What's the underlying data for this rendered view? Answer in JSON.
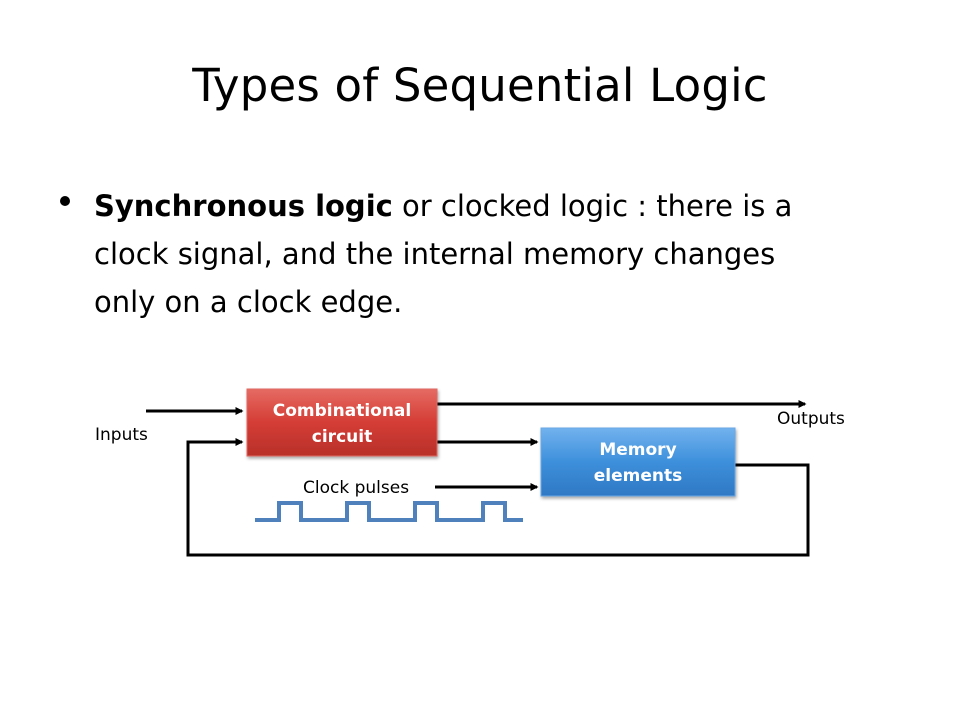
{
  "slide": {
    "title": "Types of Sequential Logic",
    "bullet": {
      "bold": "Synchronous logic",
      "line1_rest": " or clocked logic : there is a",
      "line2": "clock signal, and the internal memory changes",
      "line3": "only on a clock edge."
    }
  },
  "diagram": {
    "combinational": {
      "line1": "Combinational",
      "line2": "circuit",
      "color": "#d9403a"
    },
    "memory": {
      "line1": "Memory",
      "line2": "elements",
      "color": "#3e8fd8"
    },
    "inputs_label": "Inputs",
    "outputs_label": "Outputs",
    "clock_label": "Clock pulses",
    "clock_color": "#4f81bd",
    "clock_pulses": 4
  }
}
